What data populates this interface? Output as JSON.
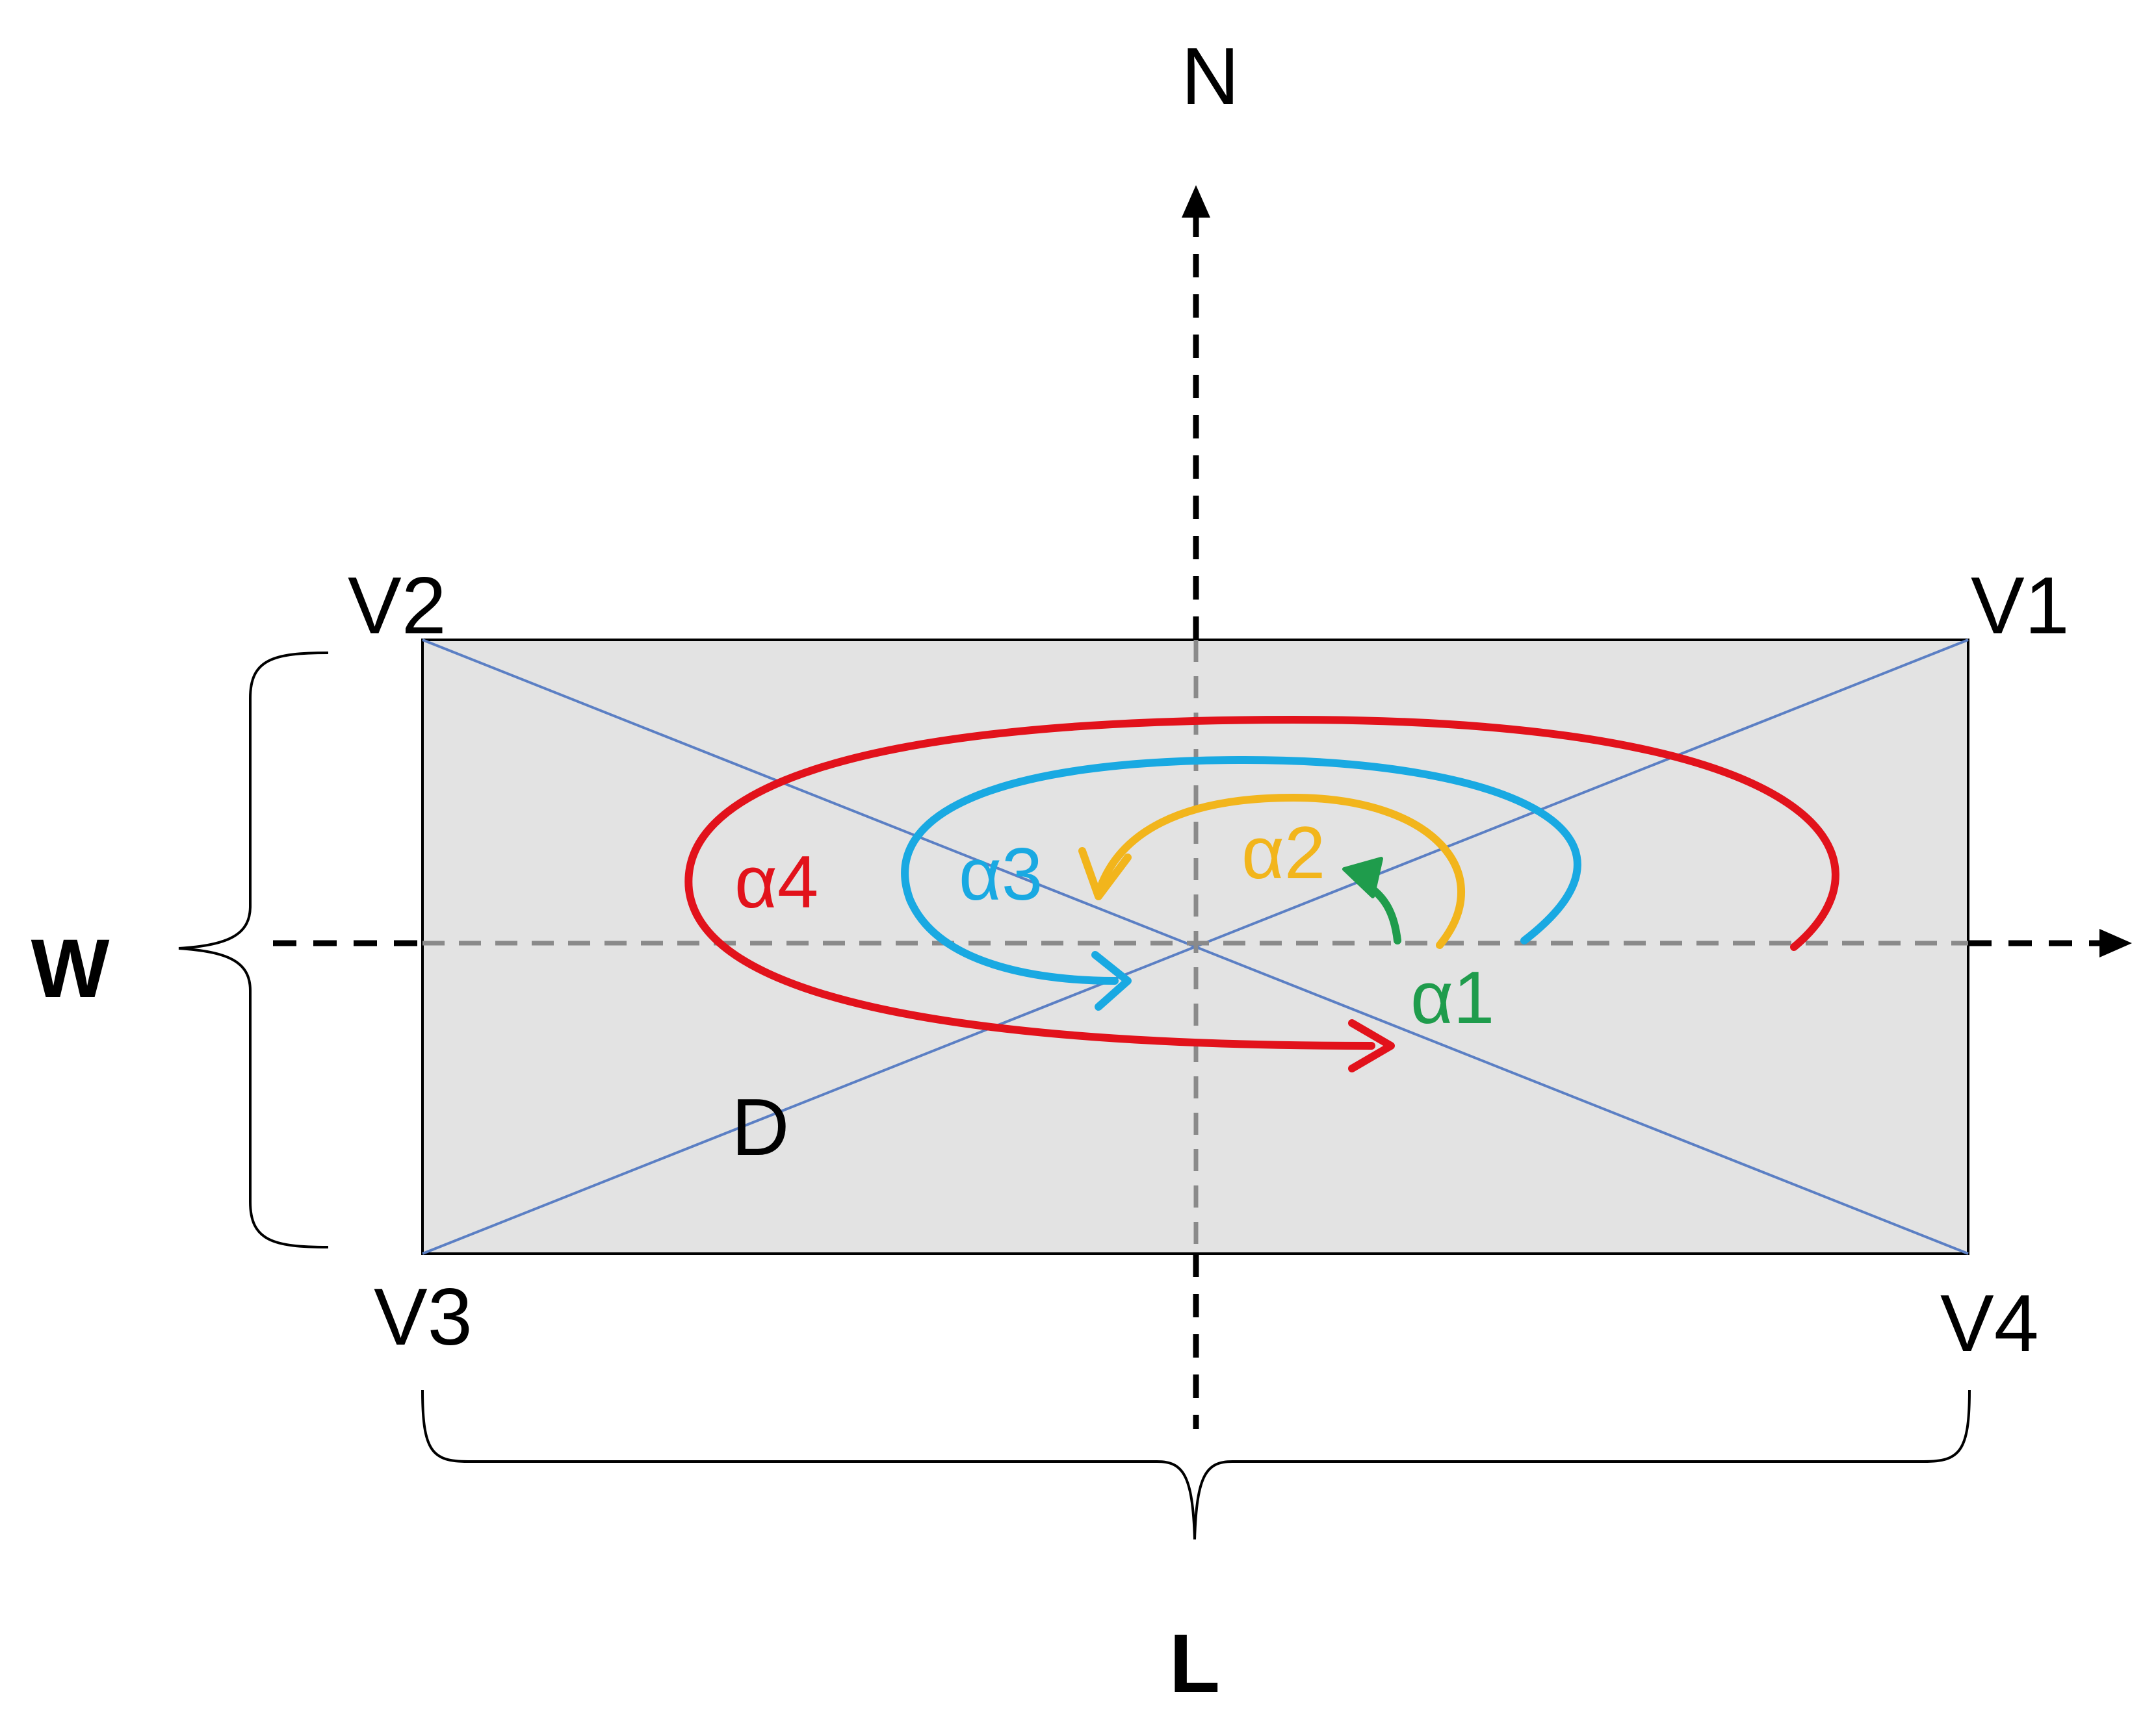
{
  "labels": {
    "north": "N",
    "width": "W",
    "length": "L",
    "v1": "V1",
    "v2": "V2",
    "v3": "V3",
    "v4": "V4",
    "diagonal": "D",
    "alpha1": "α1",
    "alpha2": "α2",
    "alpha3": "α3",
    "alpha4": "α4"
  },
  "colors": {
    "rectangle_fill": "#e3e3e3",
    "diagonals": "#5b7fc4",
    "center_axes": "#8a8a8a",
    "alpha1": "#1f9c4c",
    "alpha2": "#f2b51c",
    "alpha3": "#19a9e2",
    "alpha4": "#e2121b"
  }
}
